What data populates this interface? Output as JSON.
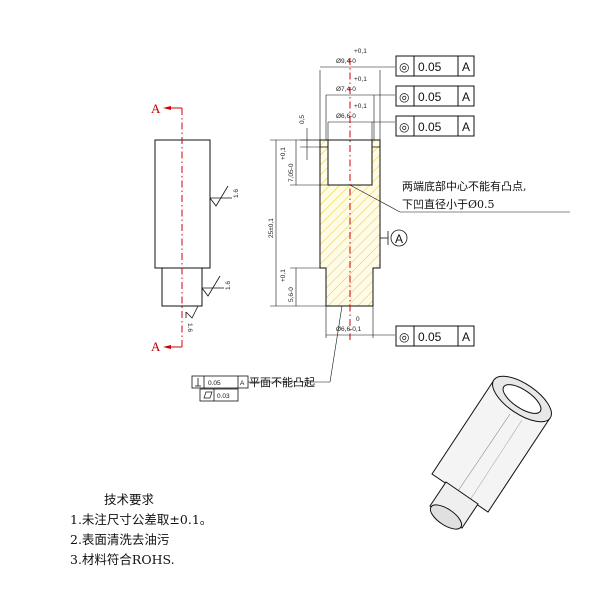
{
  "dimensions": {
    "d_top_outer": "Ø9,4-0",
    "d_top_mid": "Ø7,4-0",
    "d_top_inner": "Ø6,6-0",
    "tol_plus": "+0,1",
    "depth_top": "0,5",
    "len_bore": "7,05-0",
    "len_total": "25±0,1",
    "len_step": "5,6-0",
    "d_bottom": "Ø6,6-0,1",
    "tol_zero": "0"
  },
  "frames": {
    "symbol": "◎",
    "value": "0.05",
    "datum": "A"
  },
  "datum_label": "A",
  "section_label": "A",
  "roughness": "1.6",
  "small_frame": {
    "perp_value": "0.05",
    "perp_datum": "A",
    "flat_value": "0.03",
    "note": "平面不能凸起"
  },
  "callout": {
    "line1": "两端底部中心不能有凸点,",
    "line2": "下凹直径小于Ø0.5"
  },
  "notes": {
    "title": "技术要求",
    "items": [
      "1.未注尺寸公差取±0.1。",
      "2.表面清洗去油污",
      "3.材料符合ROHS."
    ]
  }
}
